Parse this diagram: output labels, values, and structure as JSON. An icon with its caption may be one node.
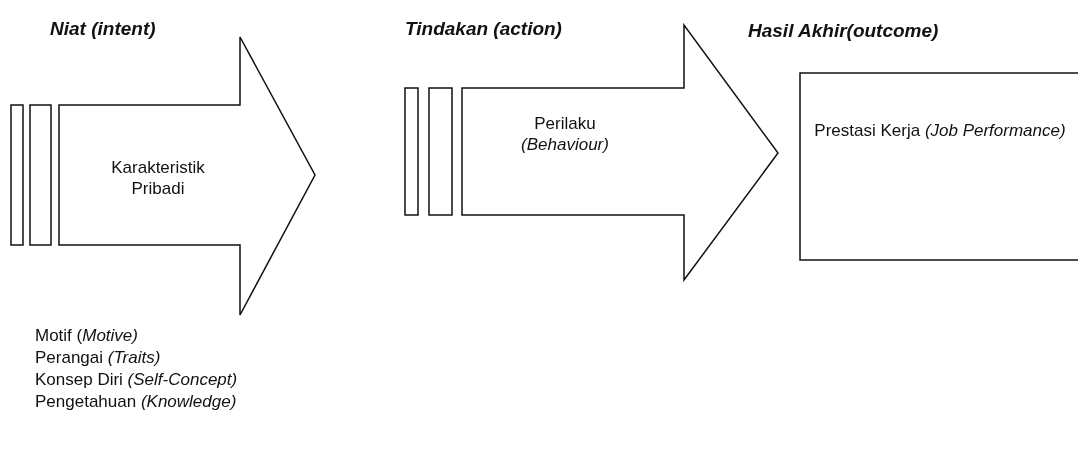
{
  "diagram": {
    "nodes": [
      {
        "text": [
          "Niat (intent)",
          "Karakteristik Pribadi"
        ],
        "beside": [
          "Motif (*Motive)*",
          "Perangai *(Traits)*",
          "Konsep Diri *(Self-Concept)*",
          "Pengetahuan *(Knowledge)*"
        ]
      },
      {
        "text": [
          "Tindakan (action)",
          "Perilaku *(Behaviour)*"
        ]
      },
      {
        "text": [
          "Hasil Akhir(outcome)",
          "Prestasi Kerja *(Job Performance)*"
        ]
      }
    ],
    "edges": []
  }
}
